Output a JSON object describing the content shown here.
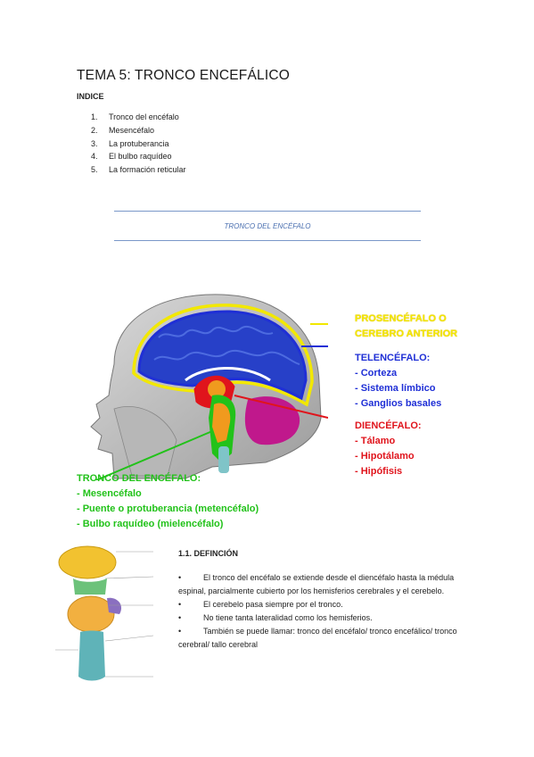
{
  "doc": {
    "title": "TEMA 5: TRONCO ENCEFÁLICO",
    "indice_label": "INDICE",
    "toc": [
      {
        "num": "1.",
        "label": "Tronco del encéfalo"
      },
      {
        "num": "2.",
        "label": "Mesencéfalo"
      },
      {
        "num": "3.",
        "label": "La protuberancia"
      },
      {
        "num": "4.",
        "label": "El bulbo raquídeo"
      },
      {
        "num": "5.",
        "label": "La formación reticular"
      }
    ],
    "section_heading": "TRONCO DEL ENCÉFALO"
  },
  "figure": {
    "prosencefalo": [
      "PROSENCÉFALO O",
      "CEREBRO ANTERIOR"
    ],
    "telencefalo": [
      "TELENCÉFALO:",
      "- Corteza",
      "- Sistema límbico",
      "- Ganglios basales"
    ],
    "diencefalo": [
      "DIENCÉFALO:",
      "- Tálamo",
      "- Hipotálamo",
      "- Hipófisis"
    ],
    "tronco": [
      "TRONCO DEL ENCÉFALO:",
      "- Mesencéfalo",
      "- Puente o protuberancia (metencéfalo)",
      "- Bulbo raquídeo (mielencéfalo)"
    ],
    "colors": {
      "yellow": "#f2e800",
      "blue": "#1f2fd6",
      "red": "#e0141c",
      "green": "#22c21a",
      "orange": "#f09a1e",
      "magenta": "#c0188c"
    }
  },
  "definition": {
    "heading": "1.1. DEFINCIÓN",
    "bullet": "•",
    "items": [
      "El tronco del encéfalo se extiende desde el diencéfalo hasta la médula espinal, parcialmente cubierto por los hemisferios cerebrales y el cerebelo.",
      "El cerebelo pasa siempre por el tronco.",
      "No tiene tanta lateralidad como los hemisferios.",
      "También se puede llamar: tronco del encéfalo/ tronco encefálico/ tronco cerebral/ tallo cerebral"
    ]
  }
}
